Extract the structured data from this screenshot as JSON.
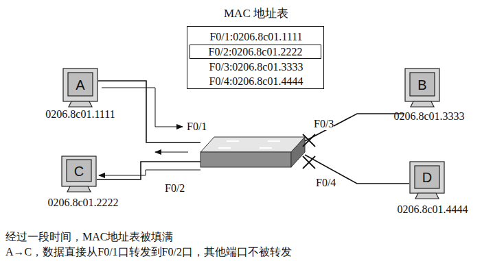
{
  "diagram": {
    "nodes": [
      {
        "text": [
          "MAC 地址表",
          "F0/1:0206.8c01.1111",
          "F0/3:0206.8c01.3333",
          "F0/4:0206.8c01.4444"
        ]
      },
      {
        "text": [
          "F0/2:0206.8c01.2222"
        ],
        "in": 0
      },
      {
        "text": [
          "A",
          "0206.8c01.1111"
        ]
      },
      {
        "text": [
          "B",
          "0206.8c01.3333"
        ]
      },
      {
        "text": [
          "C",
          "0206.8c01.2222"
        ]
      },
      {
        "text": [
          "D",
          "0206.8c01.4444"
        ]
      }
    ],
    "labels": [
      "F0/1",
      "F0/2",
      "F0/3",
      "F0/4",
      "经过一段时间，MAC地址表被填满",
      "A→C，数据直接从F0/1口转发到F0/2口，其他端口不被转发"
    ]
  }
}
